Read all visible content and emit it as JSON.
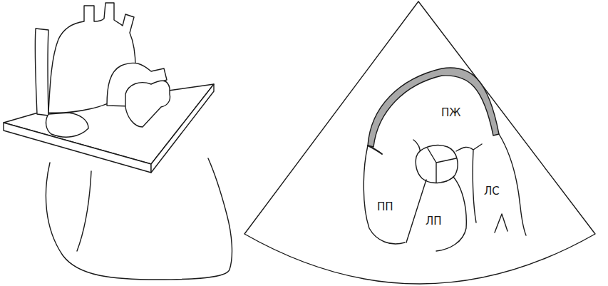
{
  "diagram": {
    "labels": [
      "ПЖ",
      "ПП",
      "ЛП",
      "ЛС"
    ]
  }
}
